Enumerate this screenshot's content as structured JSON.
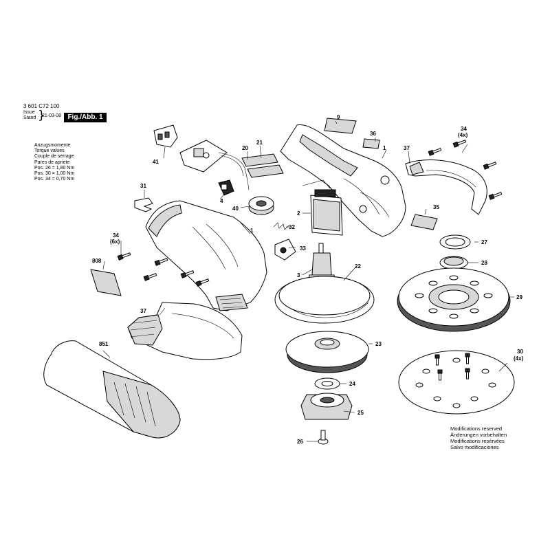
{
  "header": {
    "doc_number": "3 601 C72 100",
    "issue_label": "Issue",
    "stand_label": "Stand",
    "date": "21-03-08",
    "fig_label": "Fig./Abb. 1"
  },
  "torque": {
    "lines": [
      "Anzugsmomente",
      "Torque values",
      "Couple de serrage",
      "Pares de apriete",
      "Pos. 26 = 1,80 Nm",
      "Pos. 30 = 1,00 Nm",
      "Pos. 34 = 0,70 Nm"
    ]
  },
  "modifications": {
    "lines": [
      "Modifications reserved",
      "Änderungen vorbehalten",
      "Modifications resérvées",
      "Salvo modificaciones"
    ]
  },
  "labels": {
    "p9": "9",
    "p36": "36",
    "p1a": "1",
    "p34a": "34",
    "p34a_qty": "(4x)",
    "p37a": "37",
    "p21": "21",
    "p20": "20",
    "p41": "41",
    "p31": "31",
    "p4": "4",
    "p40": "40",
    "p2": "2",
    "p32": "32",
    "p1b": "1",
    "p34b": "34",
    "p34b_qty": "(6x)",
    "p33": "33",
    "p35": "35",
    "p27": "27",
    "p28": "28",
    "p808": "808",
    "p3": "3",
    "p22": "22",
    "p29": "29",
    "p37b": "37",
    "p23": "23",
    "p851": "851",
    "p30": "30",
    "p30_qty": "(4x)",
    "p24": "24",
    "p25": "25",
    "p26": "26"
  }
}
